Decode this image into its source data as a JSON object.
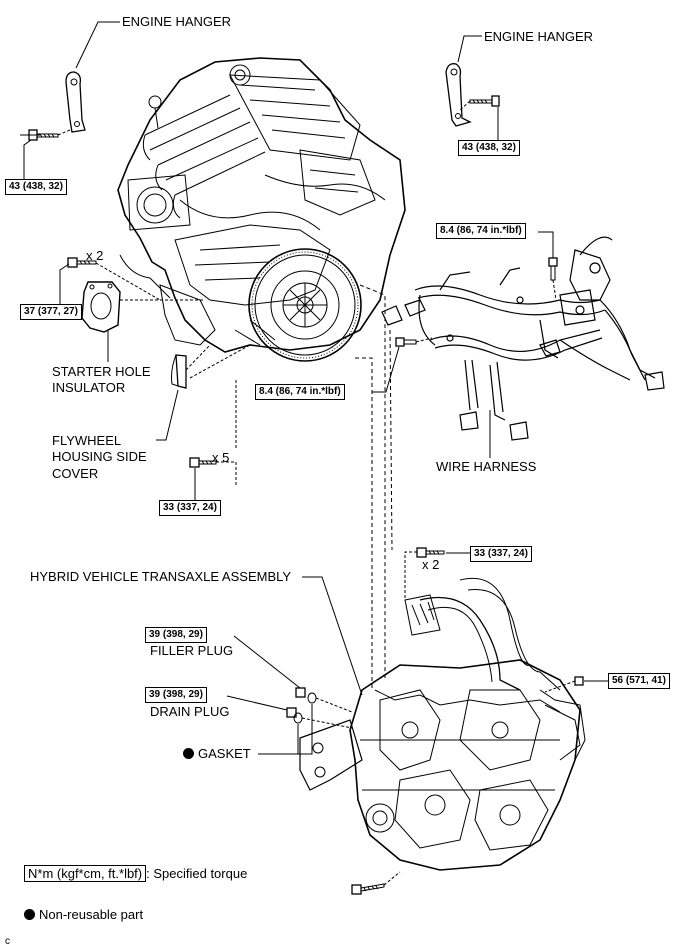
{
  "labels": {
    "engine_hanger_left": "ENGINE HANGER",
    "engine_hanger_right": "ENGINE HANGER",
    "starter_hole_insulator": [
      "STARTER HOLE",
      "INSULATOR"
    ],
    "flywheel_cover": [
      "FLYWHEEL",
      "HOUSING SIDE",
      "COVER"
    ],
    "wire_harness": "WIRE HARNESS",
    "transaxle": "HYBRID VEHICLE TRANSAXLE ASSEMBLY",
    "filler_plug": "FILLER PLUG",
    "drain_plug": "DRAIN PLUG",
    "gasket": "GASKET"
  },
  "torques": {
    "hanger_left": "43 (438, 32)",
    "hanger_right": "43 (438, 32)",
    "starter_bolts": "37 (377, 27)",
    "harness_upper": "8.4 (86, 74 in.*lbf)",
    "harness_lower": "8.4 (86, 74 in.*lbf)",
    "cover_bolts": "33 (337, 24)",
    "transaxle_bolts": "33 (337, 24)",
    "filler_plug": "39 (398, 29)",
    "drain_plug": "39 (398, 29)",
    "transaxle_right": "56 (571, 41)"
  },
  "multipliers": {
    "starter": "x 2",
    "cover": "x 5",
    "transaxle": "x 2"
  },
  "legend": {
    "torque_unit": "N*m (kgf*cm, ft.*lbf)",
    "torque_desc": ": Specified torque",
    "non_reusable": "Non-reusable part"
  },
  "corner_mark": "c"
}
